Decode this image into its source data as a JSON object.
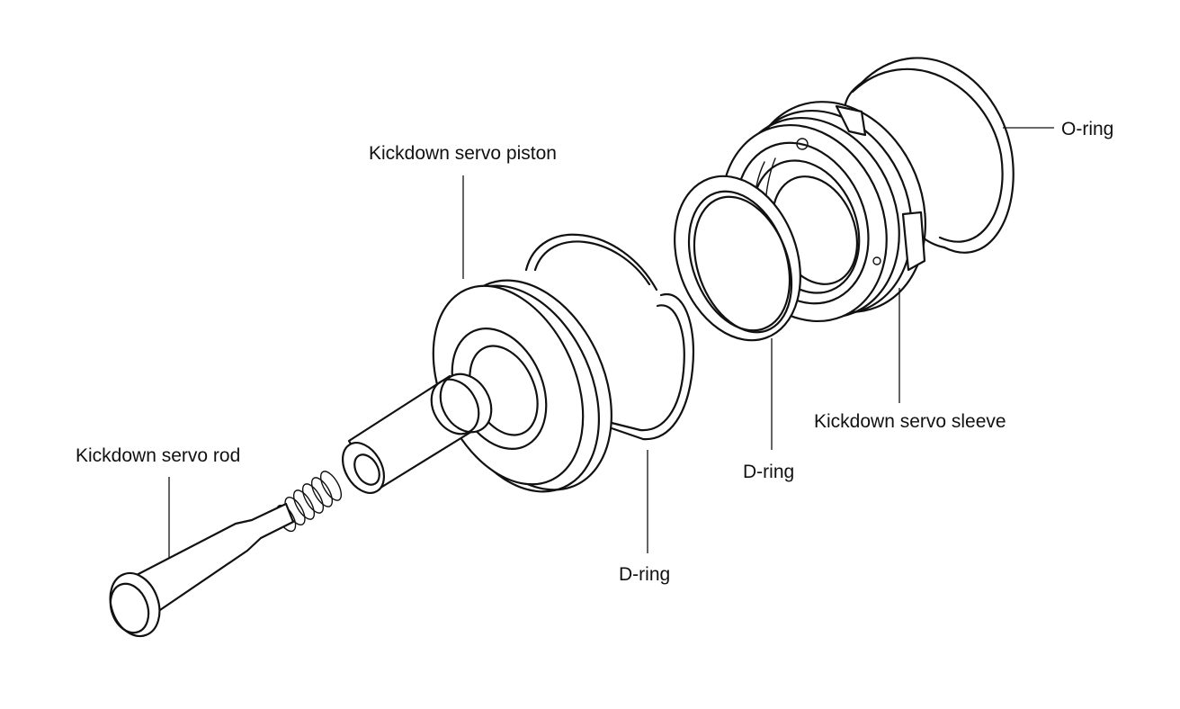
{
  "labels": {
    "piston": "Kickdown servo piston",
    "rod": "Kickdown servo rod",
    "d_ring_piston": "D-ring",
    "d_ring_sleeve": "D-ring",
    "sleeve": "Kickdown servo sleeve",
    "o_ring": "O-ring"
  }
}
